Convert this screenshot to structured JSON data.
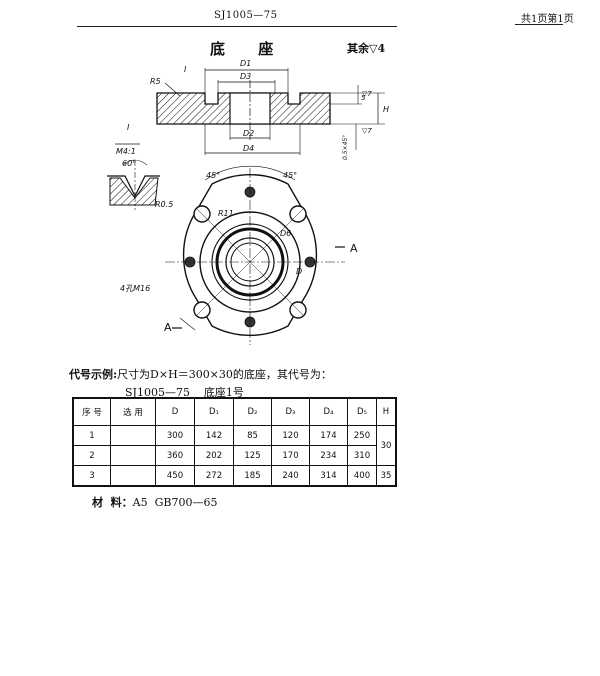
{
  "header": {
    "code": "SJ1005—75",
    "page_info": "共1页第1页"
  },
  "title": "底  座",
  "surface_finish": "其余▽4",
  "drawing": {
    "labels": {
      "d1": "D1",
      "d2": "D2",
      "d3": "D3",
      "d4": "D4",
      "r5": "R5",
      "detail": "I",
      "scale_num": "I",
      "scale_den": "M4:1",
      "angle60": "60°",
      "r05": "R0.5",
      "h": "H",
      "five": "5",
      "finish7a": "▽7",
      "finish7b": "▽7",
      "chamfer": "0.5×45°",
      "angle45a": "45°",
      "angle45b": "45°",
      "r11": "R11",
      "d_big": "D",
      "d_small": "D6",
      "holes": "4孔M16",
      "section_a1": "A",
      "section_a2": "A"
    }
  },
  "example": {
    "lead": "代号示例:",
    "text": "尺寸为D×H＝300×30的底座，其代号为：",
    "code_line": "SJ1005—75    底座1号"
  },
  "table": {
    "headers": [
      "序  号",
      "选  用",
      "D",
      "D₁",
      "D₂",
      "D₃",
      "D₄",
      "D₅",
      "H"
    ],
    "rows": [
      [
        "1",
        "",
        "300",
        "142",
        "85",
        "120",
        "174",
        "250"
      ],
      [
        "2",
        "",
        "360",
        "202",
        "125",
        "170",
        "234",
        "310"
      ],
      [
        "3",
        "",
        "450",
        "272",
        "185",
        "240",
        "314",
        "400"
      ]
    ],
    "h_values": [
      "30",
      "35"
    ]
  },
  "material": {
    "label": "材  料：",
    "value": "A5  GB700—65"
  }
}
